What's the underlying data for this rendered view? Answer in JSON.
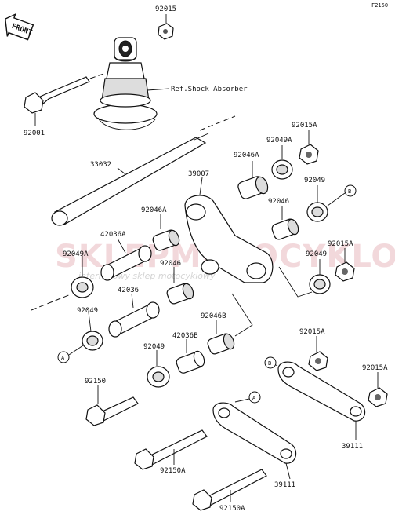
{
  "diagram_id": "F2150",
  "front_tag": "FRONT",
  "ref_label": "Ref.Shock Absorber",
  "watermark": {
    "brand": "SKLEPMOTOCYKLOWY.PL",
    "tagline": "internetowy sklep motocyklowy"
  },
  "callouts": {
    "a1": "A",
    "a2": "A",
    "b1": "B",
    "b2": "B"
  },
  "parts": {
    "p92015_top": "92015",
    "p92001": "92001",
    "p33032": "33032",
    "p39007": "39007",
    "p92046A_top": "92046A",
    "p92049A_top": "92049A",
    "p92015A_top": "92015A",
    "p92049_rt": "92049",
    "p92046": "92046",
    "p92046A_mid": "92046A",
    "p42036A": "42036A",
    "p92049A_left": "92049A",
    "p92046_mid": "92046",
    "p92015A_rt": "92015A",
    "p92049_mid": "92049",
    "p42036": "42036",
    "p92049_left": "92049",
    "p92046B": "92046B",
    "p42036B": "42036B",
    "p92049_low": "92049",
    "p92015A_low": "92015A",
    "p92015A_far": "92015A",
    "p92150": "92150",
    "p92150A_up": "92150A",
    "p39111_up": "39111",
    "p39111_low": "39111",
    "p92150A_low": "92150A"
  }
}
